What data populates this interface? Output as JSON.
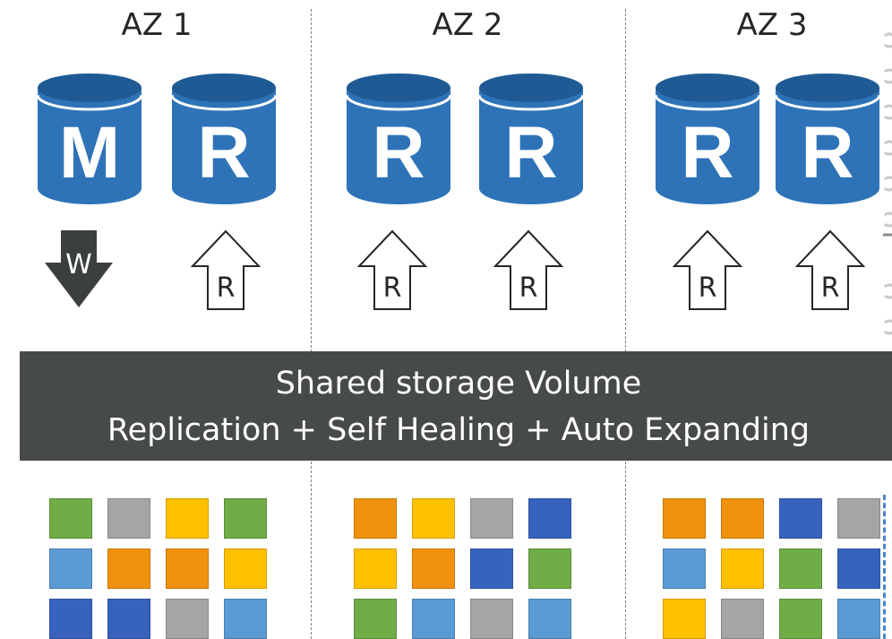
{
  "colors": {
    "db_blue": "#2e73b8",
    "db_top": "#1f5a94",
    "banner_bg": "#464a49",
    "arrow_write": "#3b3f3e",
    "green": "#70ad47",
    "gray": "#a5a5a5",
    "yellow": "#ffc000",
    "orange": "#f0920e",
    "lightblue": "#5b9bd5",
    "darkblue": "#3763be"
  },
  "zones": [
    {
      "title": "AZ 1",
      "instances": [
        {
          "letter": "M",
          "role": "master"
        },
        {
          "letter": "R",
          "role": "replica"
        }
      ],
      "arrows": [
        {
          "label": "W",
          "direction": "down"
        },
        {
          "label": "R",
          "direction": "up"
        }
      ],
      "blocks": [
        "green",
        "gray",
        "yellow",
        "green",
        "lightblue",
        "orange",
        "orange",
        "yellow",
        "darkblue",
        "darkblue",
        "gray",
        "lightblue"
      ]
    },
    {
      "title": "AZ 2",
      "instances": [
        {
          "letter": "R",
          "role": "replica"
        },
        {
          "letter": "R",
          "role": "replica"
        }
      ],
      "arrows": [
        {
          "label": "R",
          "direction": "up"
        },
        {
          "label": "R",
          "direction": "up"
        }
      ],
      "blocks": [
        "orange",
        "yellow",
        "gray",
        "darkblue",
        "yellow",
        "orange",
        "darkblue",
        "green",
        "green",
        "lightblue",
        "gray",
        "lightblue"
      ]
    },
    {
      "title": "AZ 3",
      "instances": [
        {
          "letter": "R",
          "role": "replica"
        },
        {
          "letter": "R",
          "role": "replica"
        }
      ],
      "arrows": [
        {
          "label": "R",
          "direction": "up"
        },
        {
          "label": "R",
          "direction": "up"
        }
      ],
      "blocks": [
        "orange",
        "orange",
        "darkblue",
        "gray",
        "lightblue",
        "yellow",
        "green",
        "darkblue",
        "yellow",
        "gray",
        "green",
        "lightblue"
      ]
    }
  ],
  "storage": {
    "line1": "Shared storage Volume",
    "line2": "Replication + Self Healing + Auto Expanding"
  }
}
